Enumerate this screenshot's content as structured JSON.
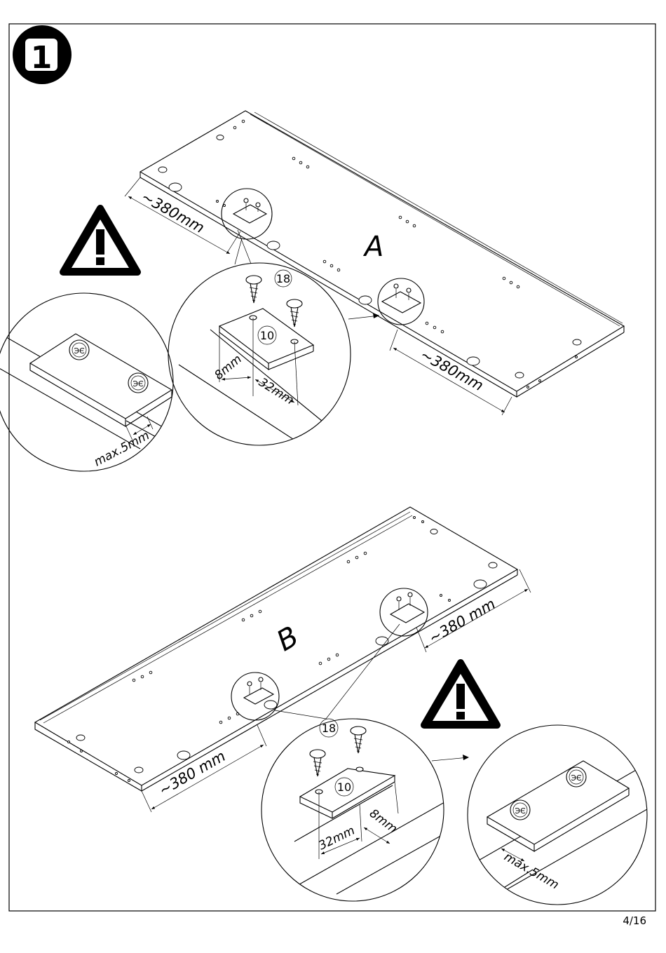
{
  "step": {
    "number": "1"
  },
  "panels": {
    "a": {
      "label": "A"
    },
    "b": {
      "label": "B"
    }
  },
  "dimensions": {
    "a_left": "~380mm",
    "a_right": "~380mm",
    "b_left": "~380 mm",
    "b_right": "~380 mm",
    "edge_offset": "8mm",
    "hole_spacing": "32mm",
    "max_gap": "max.5mm"
  },
  "parts": {
    "screw": "18",
    "plate": "10"
  },
  "warning": {
    "icon": "exclamation-triangle-icon"
  },
  "footer": {
    "page": "4/16"
  }
}
